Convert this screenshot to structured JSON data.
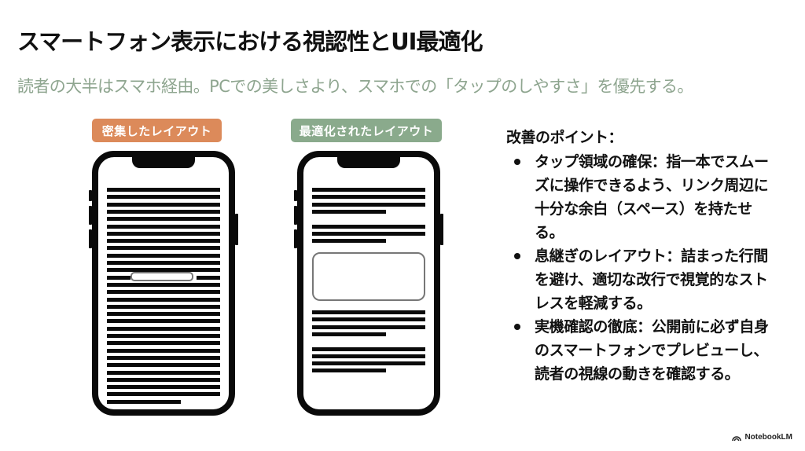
{
  "slide": {
    "title": "スマートフォン表示における視認性とUI最適化",
    "subtitle": "読者の大半はスマホ経由。PCでの美しさより、スマホでの「タップのしやすさ」を優先する。"
  },
  "comparison": {
    "dense": {
      "label": "密集したレイアウト",
      "color": "#dc8a5a"
    },
    "optimized": {
      "label": "最適化されたレイアウト",
      "color": "#8aaa8c"
    }
  },
  "points": {
    "heading": "改善のポイント：",
    "items": [
      {
        "text": "タップ領域の確保：指一本でスムーズに操作できるよう、リンク周辺に十分な余白（スペース）を持たせる。"
      },
      {
        "text": "息継ぎのレイアウト：詰まった行間を避け、適切な改行で視覚的なストレスを軽減する。"
      },
      {
        "text": "実機確認の徹底：公開前に必ず自身のスマートフォンでプレビューし、読者の視線の動きを確認する。"
      }
    ]
  },
  "branding": {
    "name": "NotebookLM"
  },
  "colors": {
    "subtitle": "#8ea58f",
    "text": "#111111",
    "phone": "#0a0a0a"
  }
}
